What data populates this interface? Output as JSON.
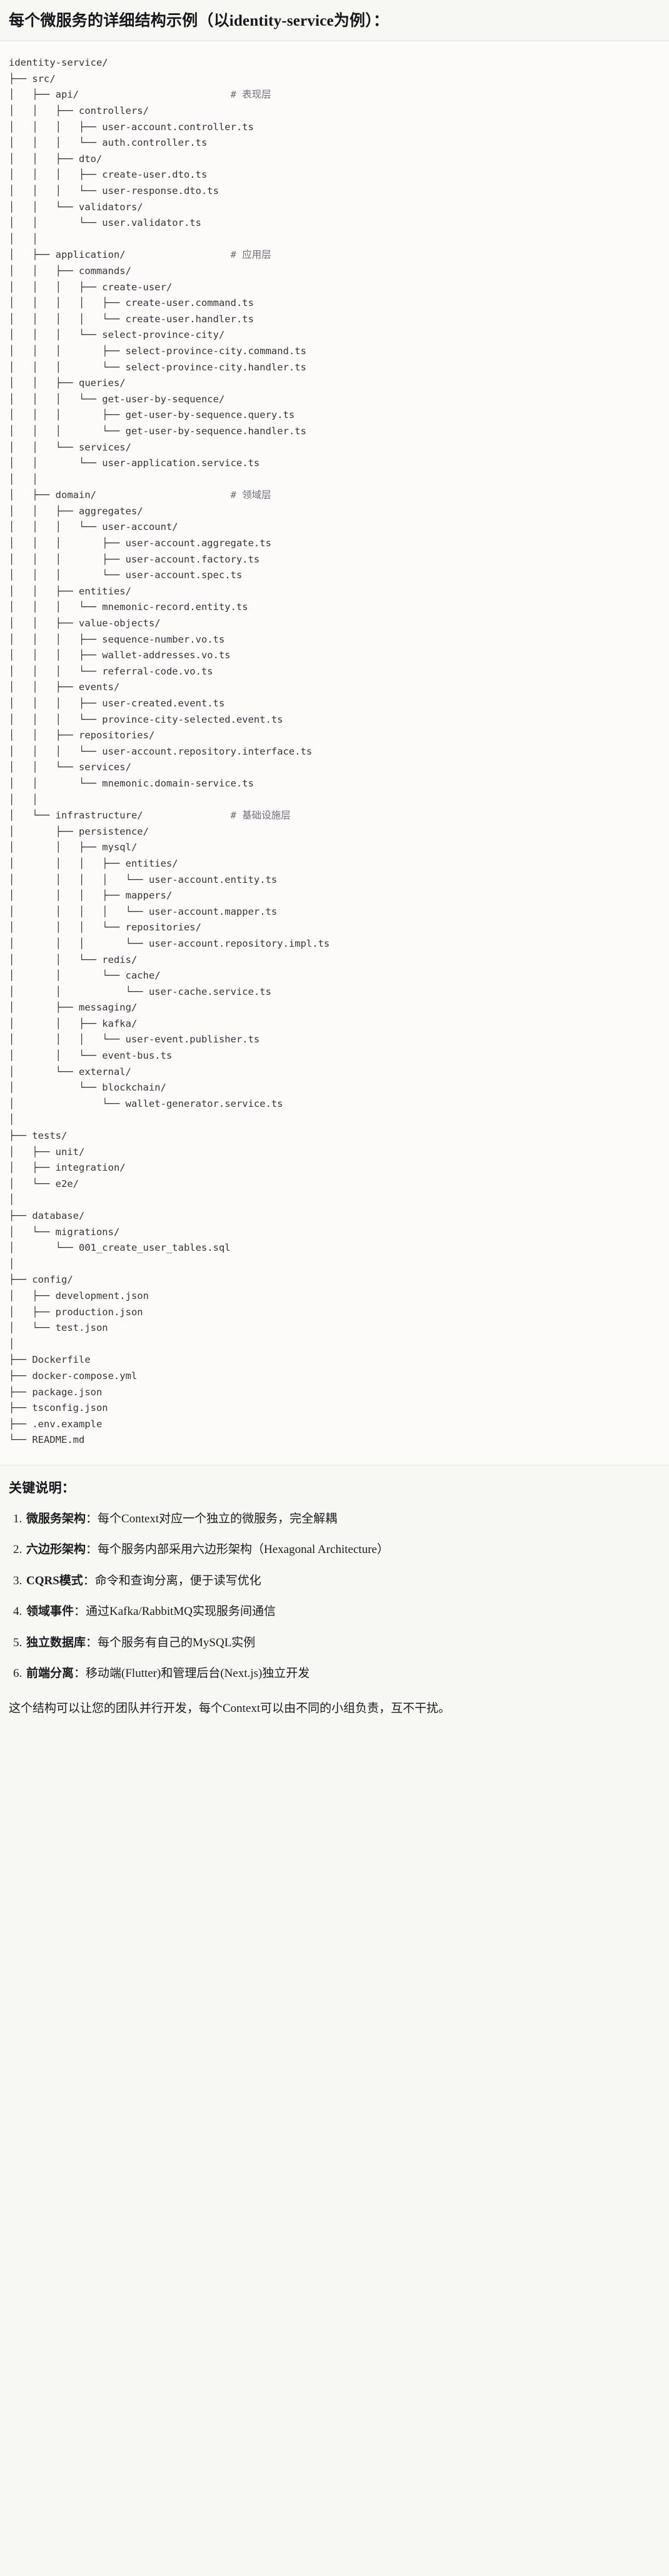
{
  "header": {
    "title": "每个微服务的详细结构示例（以identity-service为例）："
  },
  "code_block": {
    "language": "text",
    "root": "identity-service/",
    "tree_text": "identity-service/\n├── src/\n│   ├── api/                          # 表现层\n│   │   ├── controllers/\n│   │   │   ├── user-account.controller.ts\n│   │   │   └── auth.controller.ts\n│   │   ├── dto/\n│   │   │   ├── create-user.dto.ts\n│   │   │   └── user-response.dto.ts\n│   │   └── validators/\n│   │       └── user.validator.ts\n│   │\n│   ├── application/                  # 应用层\n│   │   ├── commands/\n│   │   │   ├── create-user/\n│   │   │   │   ├── create-user.command.ts\n│   │   │   │   └── create-user.handler.ts\n│   │   │   └── select-province-city/\n│   │   │       ├── select-province-city.command.ts\n│   │   │       └── select-province-city.handler.ts\n│   │   ├── queries/\n│   │   │   └── get-user-by-sequence/\n│   │   │       ├── get-user-by-sequence.query.ts\n│   │   │       └── get-user-by-sequence.handler.ts\n│   │   └── services/\n│   │       └── user-application.service.ts\n│   │\n│   ├── domain/                       # 领域层\n│   │   ├── aggregates/\n│   │   │   └── user-account/\n│   │   │       ├── user-account.aggregate.ts\n│   │   │       ├── user-account.factory.ts\n│   │   │       └── user-account.spec.ts\n│   │   ├── entities/\n│   │   │   └── mnemonic-record.entity.ts\n│   │   ├── value-objects/\n│   │   │   ├── sequence-number.vo.ts\n│   │   │   ├── wallet-addresses.vo.ts\n│   │   │   └── referral-code.vo.ts\n│   │   ├── events/\n│   │   │   ├── user-created.event.ts\n│   │   │   └── province-city-selected.event.ts\n│   │   ├── repositories/\n│   │   │   └── user-account.repository.interface.ts\n│   │   └── services/\n│   │       └── mnemonic.domain-service.ts\n│   │\n│   └── infrastructure/               # 基础设施层\n│       ├── persistence/\n│       │   ├── mysql/\n│       │   │   ├── entities/\n│       │   │   │   └── user-account.entity.ts\n│       │   │   ├── mappers/\n│       │   │   │   └── user-account.mapper.ts\n│       │   │   └── repositories/\n│       │   │       └── user-account.repository.impl.ts\n│       │   └── redis/\n│       │       └── cache/\n│       │           └── user-cache.service.ts\n│       ├── messaging/\n│       │   ├── kafka/\n│       │   │   └── user-event.publisher.ts\n│       │   └── event-bus.ts\n│       └── external/\n│           └── blockchain/\n│               └── wallet-generator.service.ts\n│\n├── tests/\n│   ├── unit/\n│   ├── integration/\n│   └── e2e/\n│\n├── database/\n│   └── migrations/\n│       └── 001_create_user_tables.sql\n│\n├── config/\n│   ├── development.json\n│   ├── production.json\n│   └── test.json\n│\n├── Dockerfile\n├── docker-compose.yml\n├── package.json\n├── tsconfig.json\n├── .env.example\n└── README.md",
    "layer_comments": [
      {
        "path": "src/api/",
        "comment": "# 表现层"
      },
      {
        "path": "src/application/",
        "comment": "# 应用层"
      },
      {
        "path": "src/domain/",
        "comment": "# 领域层"
      },
      {
        "path": "src/infrastructure/",
        "comment": "# 基础设施层"
      }
    ]
  },
  "notes": {
    "title": "关键说明：",
    "items": [
      {
        "term": "微服务架构",
        "sep": "：",
        "desc": "每个Context对应一个独立的微服务，完全解耦"
      },
      {
        "term": "六边形架构",
        "sep": "：",
        "desc": "每个服务内部采用六边形架构（Hexagonal Architecture）"
      },
      {
        "term": "CQRS模式",
        "sep": "：",
        "desc": "命令和查询分离，便于读写优化"
      },
      {
        "term": "领域事件",
        "sep": "：",
        "desc": "通过Kafka/RabbitMQ实现服务间通信"
      },
      {
        "term": "独立数据库",
        "sep": "：",
        "desc": "每个服务有自己的MySQL实例"
      },
      {
        "term": "前端分离",
        "sep": "：",
        "desc": "移动端(Flutter)和管理后台(Next.js)独立开发"
      }
    ],
    "closing": "这个结构可以让您的团队并行开发，每个Context可以由不同的小组负责，互不干扰。"
  },
  "colors": {
    "page_bg": "#F7F7F3",
    "code_bg": "#FCFBFA",
    "text": "#1f2023",
    "code_text": "#32343a",
    "comment_text": "#6c6f78",
    "divider": "#e4e3de"
  }
}
